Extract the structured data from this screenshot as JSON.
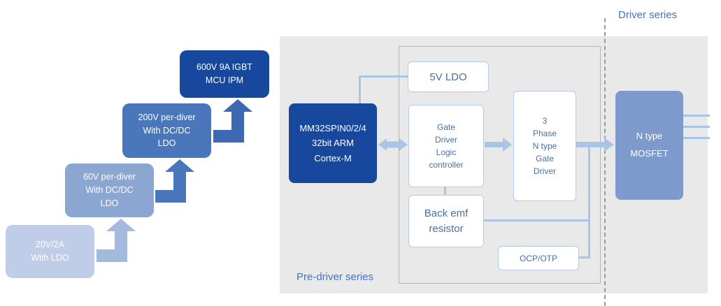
{
  "labels": {
    "driver_series": "Driver series",
    "pre_driver_series": "Pre-driver series"
  },
  "staircase": {
    "steps": [
      {
        "name": "20v",
        "lines": [
          "20V/2A",
          "With LDO"
        ],
        "color": "#bfcde8"
      },
      {
        "name": "60v",
        "lines": [
          "60V per-diver",
          "With DC/DC",
          "LDO"
        ],
        "color": "#8ca6d2"
      },
      {
        "name": "200v",
        "lines": [
          "200V per-diver",
          "With DC/DC",
          "LDO"
        ],
        "color": "#4a76bc"
      },
      {
        "name": "600v",
        "lines": [
          "600V 9A IGBT",
          "MCU IPM"
        ],
        "color": "#17489d"
      }
    ],
    "arrow_colors": [
      "#a3b9de",
      "#4a76bc",
      "#3d69b2"
    ]
  },
  "diagram": {
    "mcu": {
      "lines": [
        "MM32SPIN0/2/4",
        "32bit ARM",
        "Cortex-M"
      ],
      "color": "#17489d"
    },
    "ldo_5v": {
      "label": "5V LDO"
    },
    "gate_logic": {
      "lines": [
        "Gate",
        "Driver",
        "Logic",
        "controller"
      ]
    },
    "phase_driver": {
      "lines": [
        "3",
        "Phase",
        "N type",
        "Gate",
        "Driver"
      ]
    },
    "back_emf": {
      "lines": [
        "Back emf",
        "resistor"
      ]
    },
    "ocp_otp": {
      "label": "OCP/OTP"
    },
    "mosfet": {
      "lines": [
        "N type",
        "MOSFET"
      ],
      "color": "#7e99cc"
    }
  },
  "colors": {
    "accent_blue": "#4472c4",
    "connector": "#a9c4e4",
    "panel_bg": "#e9e9e9",
    "white_box_border": "#b5c9e8",
    "white_box_text": "#4a6fa8",
    "divider_gray": "#9c9c9c"
  }
}
